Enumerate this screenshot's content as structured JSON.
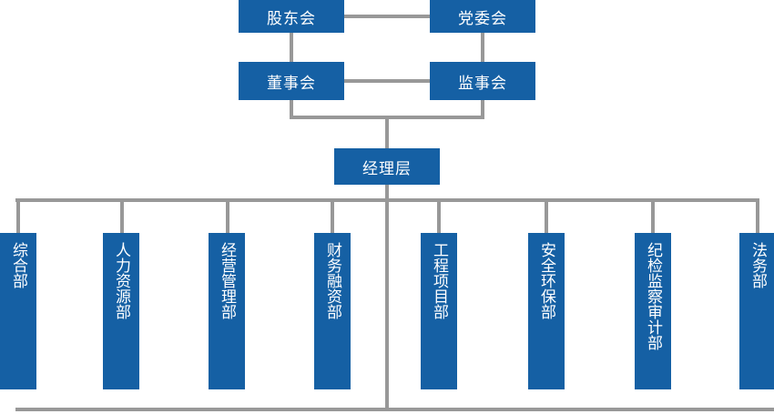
{
  "diagram": {
    "type": "organization-chart",
    "title": "",
    "colors": {
      "box_fill": "#1560A4",
      "box_text": "#FFFFFF",
      "connector": "#989898",
      "background": "#FFFFFF"
    },
    "levels": {
      "governance_row1": [
        {
          "id": "shareholders",
          "label": "股东会"
        },
        {
          "id": "party-committee",
          "label": "党委会"
        }
      ],
      "governance_row2": [
        {
          "id": "board-of-directors",
          "label": "董事会"
        },
        {
          "id": "board-of-supervisors",
          "label": "监事会"
        }
      ],
      "management": {
        "id": "management-level",
        "label": "经理层"
      },
      "departments": [
        {
          "id": "general-office",
          "label": "综合部"
        },
        {
          "id": "human-resources",
          "label": "人力资源部"
        },
        {
          "id": "business-management",
          "label": "经营管理部"
        },
        {
          "id": "finance-financing",
          "label": "财务融资部"
        },
        {
          "id": "engineering-project",
          "label": "工程项目部"
        },
        {
          "id": "safety-environment",
          "label": "安全环保部"
        },
        {
          "id": "discipline-inspection-audit",
          "label": "纪检监察审计部"
        },
        {
          "id": "legal-affairs",
          "label": "法务部"
        }
      ]
    }
  }
}
